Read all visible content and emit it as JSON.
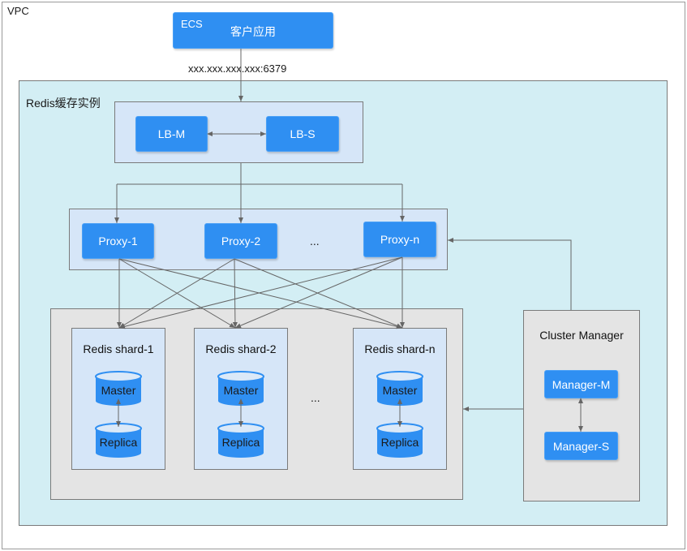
{
  "vpc_label": "VPC",
  "ecs": {
    "label": "ECS",
    "app": "客户应用"
  },
  "endpoint": "xxx.xxx.xxx.xxx:6379",
  "instance_label": "Redis缓存实例",
  "lb": {
    "master": "LB-M",
    "slave": "LB-S"
  },
  "proxies": [
    "Proxy-1",
    "Proxy-2",
    "Proxy-n"
  ],
  "ellipsis": "...",
  "shards": [
    {
      "title": "Redis shard-1",
      "master": "Master",
      "replica": "Replica"
    },
    {
      "title": "Redis shard-2",
      "master": "Master",
      "replica": "Replica"
    },
    {
      "title": "Redis shard-n",
      "master": "Master",
      "replica": "Replica"
    }
  ],
  "cluster_manager": {
    "title": "Cluster Manager",
    "master": "Manager-M",
    "slave": "Manager-S"
  },
  "colors": {
    "node_blue": "#2f8ff2",
    "instance_bg": "#d3eef4",
    "group_bg": "#d6e6f8",
    "shard_area_bg": "#e4e4e4",
    "connector": "#666666"
  }
}
